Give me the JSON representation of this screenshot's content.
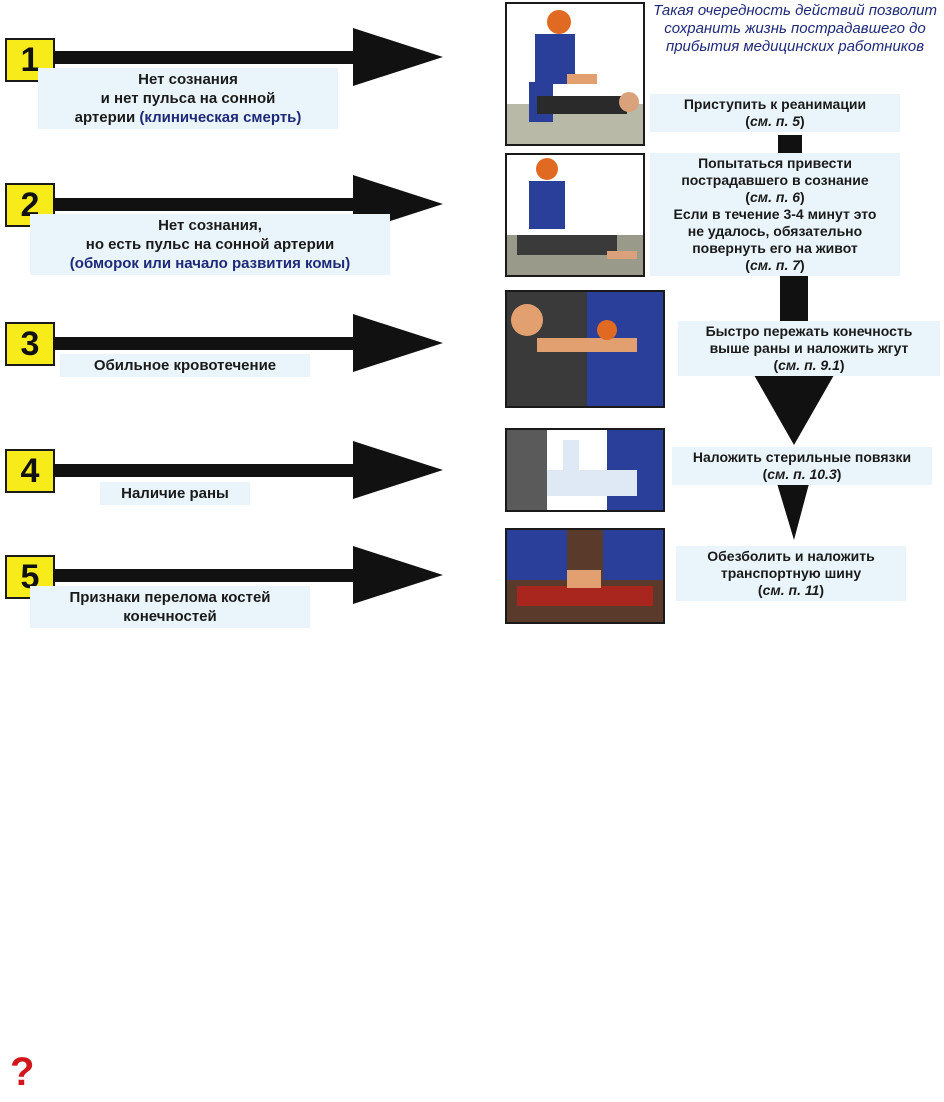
{
  "note": "Такая очередность действий позволит сохранить жизнь пострадавшего до прибытия медицинских работников",
  "rows": [
    {
      "number": "1",
      "condition": [
        "Нет сознания",
        "и нет пульса на сонной",
        "артерии "
      ],
      "condition_highlight": "(клиническая смерть)",
      "action": [
        "Приступить к реанимации"
      ],
      "ref": "см. п. 5",
      "illustration": "cpr-illustration"
    },
    {
      "number": "2",
      "condition": [
        "Нет сознания,",
        "но есть пульс на сонной артерии"
      ],
      "condition_highlight": "(обморок или начало развития комы)",
      "action": [
        "Попытаться привести",
        "пострадавшего в сознание"
      ],
      "ref": "см. п. 6",
      "action2": [
        "Если в течение 3-4 минут это",
        "не удалось, обязательно",
        "повернуть его на живот"
      ],
      "ref2": "см. п. 7",
      "illustration": "recovery-illustration"
    },
    {
      "number": "3",
      "condition": [
        "Обильное кровотечение"
      ],
      "condition_highlight": "",
      "action": [
        "Быстро пережать конечность",
        "выше раны и наложить жгут"
      ],
      "ref": "см. п. 9.1",
      "illustration": "tourniquet-illustration"
    },
    {
      "number": "4",
      "condition": [
        "Наличие раны"
      ],
      "condition_highlight": "",
      "action": [
        "Наложить стерильные повязки"
      ],
      "ref": "см. п. 10.3",
      "illustration": "bandage-illustration"
    },
    {
      "number": "5",
      "condition": [
        "Признаки перелома костей",
        "конечностей"
      ],
      "condition_highlight": "",
      "action": [
        "Обезболить и наложить",
        "транспортную шину"
      ],
      "ref": "см. п. 11",
      "illustration": "splint-illustration"
    }
  ],
  "question_mark": "?",
  "colors": {
    "number_box": "#f7ec1a",
    "text_bg": "#eaf5fb",
    "highlight": "#1e2a78",
    "question": "#d0161a"
  }
}
